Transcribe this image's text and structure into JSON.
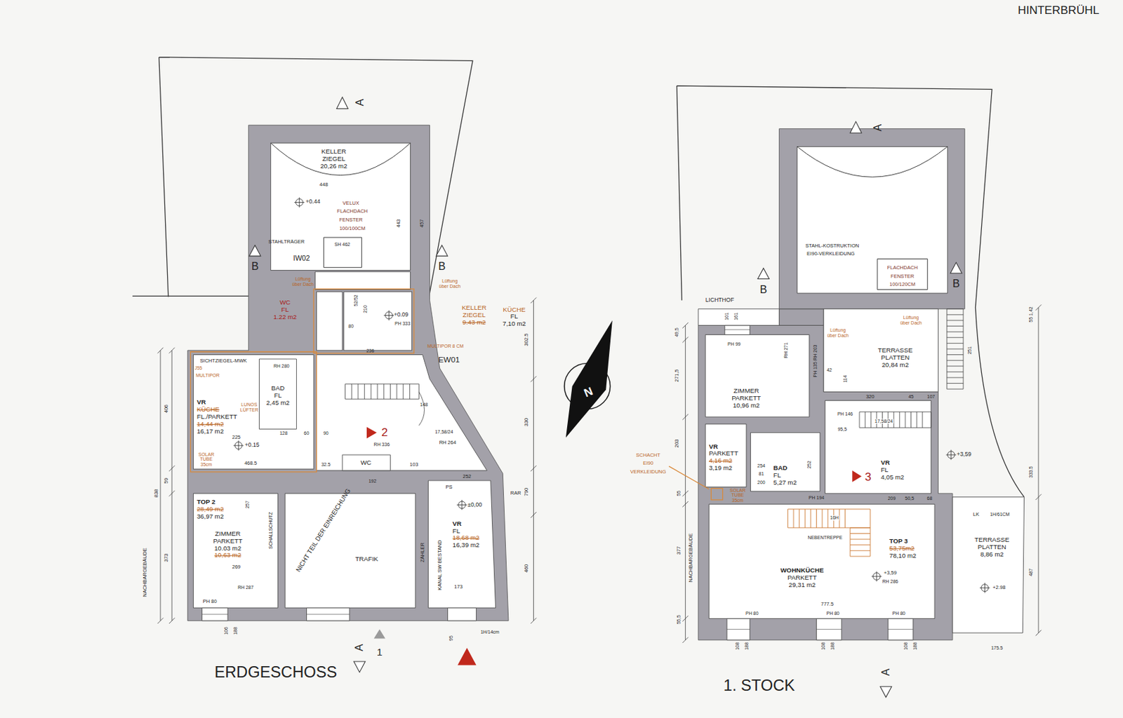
{
  "diagram": {
    "nodes": [
      {
        "text": [
          "KELLER",
          "ZIEGEL",
          "20,26 m2"
        ]
      },
      {
        "text": [
          "WC",
          "FL",
          "1.22 m2"
        ]
      },
      {
        "text": [
          "KELLER",
          "ZIEGEL",
          "9.43 m2"
        ]
      },
      {
        "text": [
          "KÜCHE",
          "FL",
          "7,10 m2"
        ]
      },
      {
        "text": [
          "BAD",
          "FL",
          "2,45 m2"
        ]
      },
      {
        "text": [
          "VR",
          "KÜCHE",
          "FL./PARKETT",
          "14,44 m2",
          "16,17 m2"
        ]
      },
      {
        "text": [
          "TOP 2",
          "28,49 m2",
          "36,97 m2"
        ]
      },
      {
        "text": [
          "ZIMMER",
          "PARKETT",
          "10.03 m2",
          "10,63 m2"
        ]
      },
      {
        "text": [
          "WC"
        ]
      },
      {
        "text": [
          "TRAFIK"
        ]
      },
      {
        "text": [
          "VR",
          "FL",
          "18,68 m2",
          "16,39 m2"
        ]
      },
      {
        "text": [
          "TERRASSE",
          "PLATTEN",
          "20,84 m2"
        ]
      },
      {
        "text": [
          "ZIMMER",
          "PARKETT",
          "10,96 m2"
        ]
      },
      {
        "text": [
          "VR",
          "PARKETT",
          "4,16 m2",
          "3,19 m2"
        ]
      },
      {
        "text": [
          "BAD",
          "FL",
          "5,27 m2"
        ]
      },
      {
        "text": [
          "VR",
          "FL",
          "4,05 m2"
        ]
      },
      {
        "text": [
          "TOP 3",
          "53,75m2",
          "78,10 m2"
        ]
      },
      {
        "text": [
          "WOHNKÜCHE",
          "PARKETT",
          "29,31 m2"
        ]
      },
      {
        "text": [
          "TERRASSE",
          "PLATTEN",
          "8,86 m2"
        ]
      }
    ],
    "labels": [
      "A",
      "448",
      "457",
      "443",
      "+0.44",
      "VELUX",
      "FLACHDACH",
      "FENSTER",
      "100/100CM",
      "STAHLTRÄGER",
      "SH 462",
      "B",
      "IW02",
      "B",
      "Lüftung über Dach",
      "Lüftung über Dach",
      "52/52",
      "210",
      "80",
      "+0.09",
      "PH 333",
      "MULTIPOR 8 CM",
      "236",
      "EW01",
      "SICHTZIEGEL-MWK",
      "J55",
      "MULTIPOR",
      "RH 280",
      "LUNOS LÜFTER",
      "2",
      "148",
      "17,58/24",
      "RH 336",
      "RH 264",
      "225",
      "128",
      "60",
      "90",
      "+0.15",
      "SOLAR TUBE 35cm",
      "468.5",
      "32.5",
      "192",
      "103",
      "252",
      "SCHALLSCHUTZ",
      "257",
      "269",
      "RH 287",
      "PH 80",
      "NICHT TEIL DER EINREICHUNG",
      "ZÄHLER",
      "KANAL SW BESTAND",
      "PS",
      "RAR",
      "±0,00",
      "173",
      "95",
      "1H/14cm",
      "A",
      "1",
      "838",
      "406",
      "59",
      "373",
      "NACHBARGEBÄUDE",
      "106",
      "188",
      "302.5",
      "330",
      "790",
      "460",
      "ERDGESCHOSS",
      "HINTERBRÜHL",
      "A",
      "STAHL-KOSTRUKTION",
      "EI90-VERKLEIDUNG",
      "FLACHDACH",
      "FENSTER",
      "100/120CM",
      "B",
      "B",
      "LICHTHOF",
      "101",
      "161",
      "Lüftung über Dach",
      "Lüftung über Dach",
      "PH 99",
      "RH 271",
      "PH 135 RH 203",
      "49,5",
      "271,5",
      "42",
      "114",
      "320",
      "45",
      "107",
      "PH 146",
      "17,58/24",
      "95,5",
      "203",
      "55",
      "377",
      "55,5",
      "SCHACHT",
      "EI90",
      "VERKLEIDUNG",
      "SOLAR TUBE 35cm",
      "254",
      "81",
      "200",
      "252",
      "PH 194",
      "3",
      "209",
      "50,5",
      "68",
      "+3,59",
      "251",
      "55 1,42",
      "333.5",
      "487",
      "16H",
      "NEBENTREPPE",
      "+3,59",
      "RH 286",
      "777.5",
      "PH 80",
      "PH 80",
      "PH 80",
      "108",
      "188",
      "108",
      "188",
      "108",
      "188",
      "LK",
      "1H/61CM",
      "+2.98",
      "175.5",
      "A",
      "1. STOCK",
      "NACHBARGEBÄUDE",
      "N"
    ]
  }
}
